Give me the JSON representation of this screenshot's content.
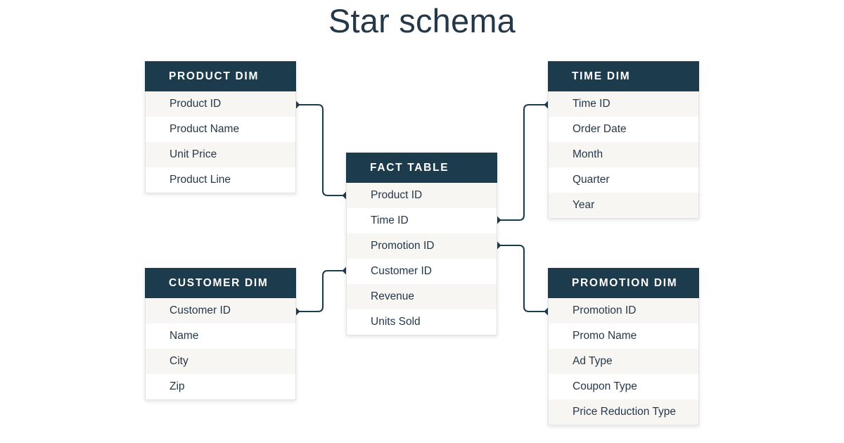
{
  "title": "Star schema",
  "colors": {
    "header_bg": "#1c3c4e",
    "row_alt_bg": "#f8f6f3",
    "row_bg": "#ffffff",
    "text": "#24384a",
    "connector": "#1c3c4e",
    "page_bg": "#ffffff",
    "border": "#e3e3e1"
  },
  "tables": {
    "product_dim": {
      "header": "PRODUCT DIM",
      "rows": [
        "Product ID",
        "Product Name",
        "Unit Price",
        "Product Line"
      ]
    },
    "time_dim": {
      "header": "TIME DIM",
      "rows": [
        "Time ID",
        "Order Date",
        "Month",
        "Quarter",
        "Year"
      ]
    },
    "fact_table": {
      "header": "FACT TABLE",
      "rows": [
        "Product ID",
        "Time ID",
        "Promotion ID",
        "Customer ID",
        "Revenue",
        "Units Sold"
      ]
    },
    "customer_dim": {
      "header": "CUSTOMER DIM",
      "rows": [
        "Customer ID",
        "Name",
        "City",
        "Zip"
      ]
    },
    "promotion_dim": {
      "header": "PROMOTION DIM",
      "rows": [
        "Promotion ID",
        "Promo Name",
        "Ad Type",
        "Coupon Type",
        "Price Reduction Type"
      ]
    }
  },
  "relationships": [
    {
      "name": "product-to-fact",
      "from": "PRODUCT DIM.Product ID",
      "to": "FACT TABLE.Product ID"
    },
    {
      "name": "time-to-fact",
      "from": "FACT TABLE.Time ID",
      "to": "TIME DIM.Time ID"
    },
    {
      "name": "promotion-to-fact",
      "from": "FACT TABLE.Promotion ID",
      "to": "PROMOTION DIM.Promotion ID"
    },
    {
      "name": "customer-to-fact",
      "from": "CUSTOMER DIM.Customer ID",
      "to": "FACT TABLE.Customer ID"
    }
  ]
}
